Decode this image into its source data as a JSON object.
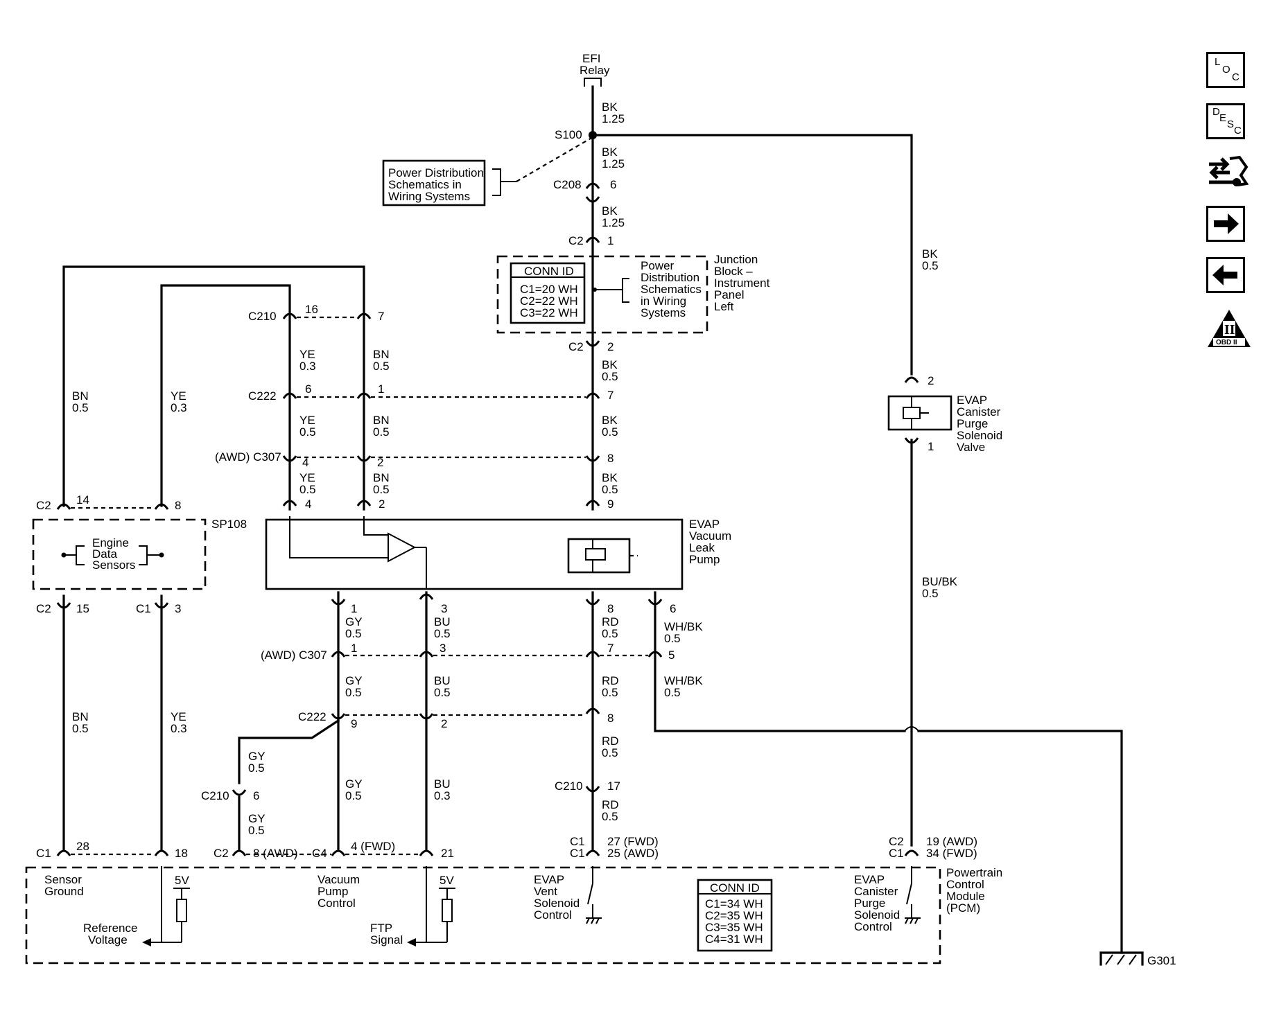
{
  "nav": {
    "loc": [
      "L",
      "O",
      "C"
    ],
    "desc": [
      "D",
      "E",
      "S",
      "C"
    ],
    "obd_label": "OBD II",
    "obd_numeral": "II"
  },
  "diagram": {
    "efi_relay": [
      "EFI",
      "Relay"
    ],
    "bk125": [
      "BK",
      "1.25"
    ],
    "s100": "S100",
    "pwr_dist_1": [
      "Power Distribution",
      "Schematics in",
      "Wiring  Systems"
    ],
    "c208": "C208",
    "c208_pin": "6",
    "c2": "C2",
    "pin1": "1",
    "pin2": "2",
    "conn_id_title": "CONN ID",
    "conn_id_jb": [
      "C1=20 WH",
      "C2=22 WH",
      "C3=22 WH"
    ],
    "pwr_dist_2": [
      "Power",
      "Distribution",
      "Schematics",
      "in Wiring",
      "Systems"
    ],
    "junction_block": [
      "Junction",
      "Block –",
      "Instrument",
      "Panel",
      "Left"
    ],
    "bk05": [
      "BK",
      "0.5"
    ],
    "c210": "C210",
    "c210_pin16": "16",
    "c210_pin7": "7",
    "ye03": [
      "YE",
      "0.3"
    ],
    "bn05": [
      "BN",
      "0.5"
    ],
    "c222": "C222",
    "c222_pin6": "6",
    "c222_pin1": "1",
    "c222_pin7": "7",
    "ye05": [
      "YE",
      "0.5"
    ],
    "c307_awd": "(AWD) C307",
    "pin4": "4",
    "pin8": "8",
    "pin9": "9",
    "pin14": "14",
    "evap_vacuum": [
      "EVAP",
      "Vacuum",
      "Leak",
      "Pump"
    ],
    "sp108": "SP108",
    "engine_data": [
      "Engine",
      "Data",
      "Sensors"
    ],
    "pin15": "15",
    "c1": "C1",
    "pin3": "3",
    "evap_canister_valve": [
      "EVAP",
      "Canister",
      "Purge",
      "Solenoid",
      "Valve"
    ],
    "bubk05": [
      "BU/BK",
      "0.5"
    ],
    "gy05": [
      "GY",
      "0.5"
    ],
    "bu05": [
      "BU",
      "0.5"
    ],
    "rd05": [
      "RD",
      "0.5"
    ],
    "whbk05": [
      "WH/BK",
      "0.5"
    ],
    "pin5": "5",
    "pin6": "6",
    "pin17": "17",
    "bu03": [
      "BU",
      "0.3"
    ],
    "pin28": "28",
    "pin18": "18",
    "c2_8awd": "8 (AWD)",
    "c4": "C4",
    "c4_4fwd": "4 (FWD)",
    "pin21": "21",
    "c1_27fwd": "27 (FWD)",
    "c1_25awd": "25 (AWD)",
    "c2_19awd": "19 (AWD)",
    "c1_34fwd": "34 (FWD)",
    "sensor_ground": [
      "Sensor",
      "Ground"
    ],
    "five_v": "5V",
    "reference_voltage": [
      "Reference",
      "Voltage"
    ],
    "vacuum_pump_control": [
      "Vacuum",
      "Pump",
      "Control"
    ],
    "ftp_signal": [
      "FTP",
      "Signal"
    ],
    "evap_vent": [
      "EVAP",
      "Vent",
      "Solenoid",
      "Control"
    ],
    "conn_id_pcm": [
      "C1=34 WH",
      "C2=35 WH",
      "C3=35 WH",
      "C4=31 WH"
    ],
    "evap_canister_control": [
      "EVAP",
      "Canister",
      "Purge",
      "Solenoid",
      "Control"
    ],
    "pcm": [
      "Powertrain",
      "Control",
      "Module",
      "(PCM)"
    ],
    "g301": "G301"
  }
}
